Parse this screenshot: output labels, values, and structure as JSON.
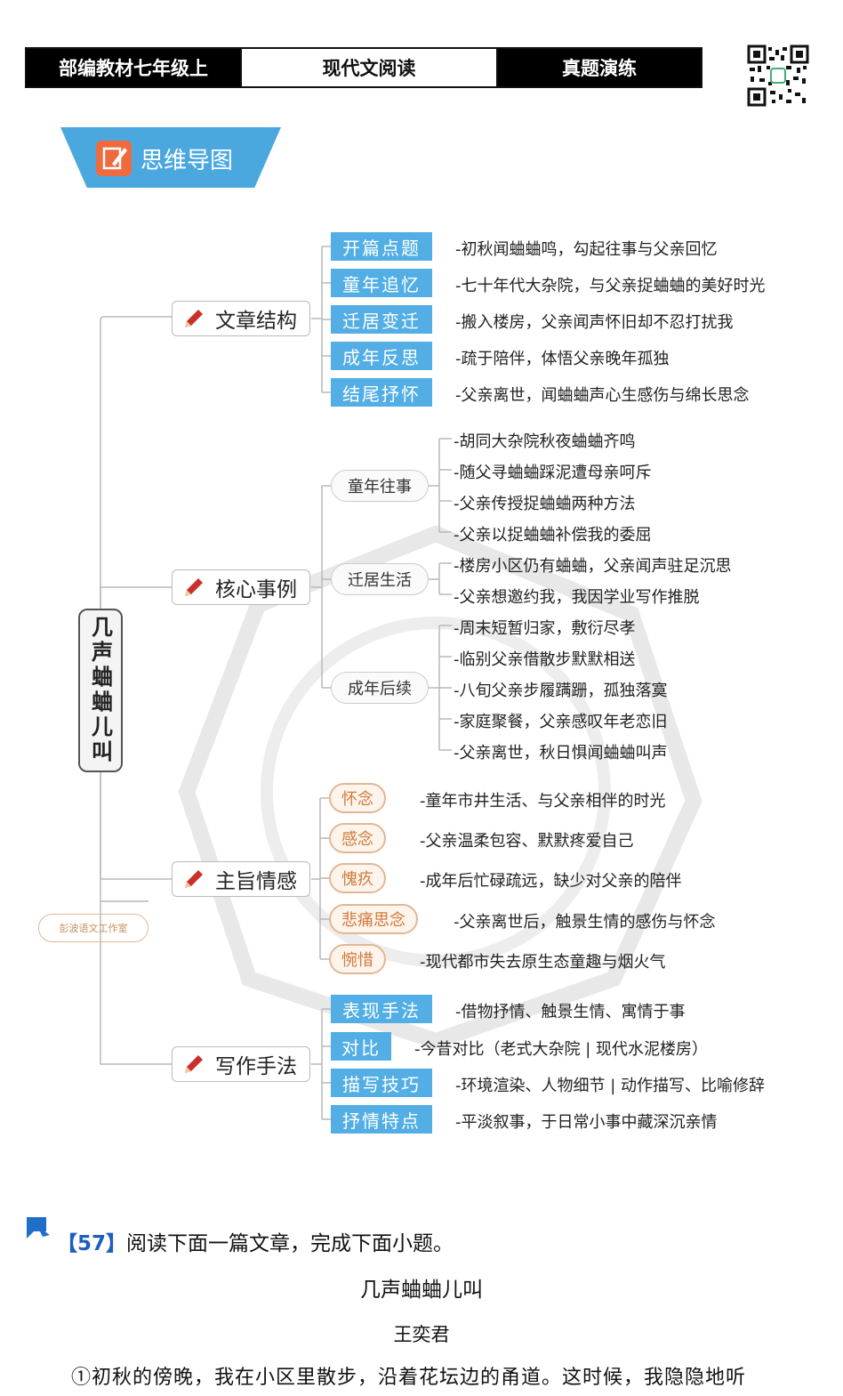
{
  "header": {
    "left": "部编教材七年级上",
    "center": "现代文阅读",
    "right": "真题演练"
  },
  "banner": {
    "label": "思维导图"
  },
  "mindmap": {
    "root": "几声蛐蛐儿叫",
    "watermark": "彭波语文工作室",
    "structure": {
      "label": "文章结构",
      "items": [
        {
          "tag": "开篇点题",
          "text": "-初秋闻蛐蛐鸣，勾起往事与父亲回忆"
        },
        {
          "tag": "童年追忆",
          "text": "-七十年代大杂院，与父亲捉蛐蛐的美好时光"
        },
        {
          "tag": "迁居变迁",
          "text": "-搬入楼房，父亲闻声怀旧却不忍打扰我"
        },
        {
          "tag": "成年反思",
          "text": "-疏于陪伴，体悟父亲晚年孤独"
        },
        {
          "tag": "结尾抒怀",
          "text": "-父亲离世，闻蛐蛐声心生感伤与绵长思念"
        }
      ]
    },
    "events": {
      "label": "核心事例",
      "groups": [
        {
          "tag": "童年往事",
          "items": [
            "-胡同大杂院秋夜蛐蛐齐鸣",
            "-随父寻蛐蛐踩泥遭母亲呵斥",
            "-父亲传授捉蛐蛐两种方法",
            "-父亲以捉蛐蛐补偿我的委屈"
          ]
        },
        {
          "tag": "迁居生活",
          "items": [
            "-楼房小区仍有蛐蛐，父亲闻声驻足沉思",
            "-父亲想邀约我，我因学业写作推脱"
          ]
        },
        {
          "tag": "成年后续",
          "items": [
            "-周末短暂归家，敷衍尽孝",
            "-临别父亲借散步默默相送",
            "-八旬父亲步履蹒跚，孤独落寞",
            "-家庭聚餐，父亲感叹年老恋旧",
            "-父亲离世，秋日惧闻蛐蛐叫声"
          ]
        }
      ]
    },
    "theme": {
      "label": "主旨情感",
      "items": [
        {
          "tag": "怀念",
          "text": "-童年市井生活、与父亲相伴的时光"
        },
        {
          "tag": "感念",
          "text": "-父亲温柔包容、默默疼爱自己"
        },
        {
          "tag": "愧疚",
          "text": "-成年后忙碌疏远，缺少对父亲的陪伴"
        },
        {
          "tag": "悲痛思念",
          "text": "-父亲离世后，触景生情的感伤与怀念"
        },
        {
          "tag": "惋惜",
          "text": "-现代都市失去原生态童趣与烟火气"
        }
      ]
    },
    "writing": {
      "label": "写作手法",
      "items": [
        {
          "tag": "表现手法",
          "text": "-借物抒情、触景生情、寓情于事"
        },
        {
          "tag": "对比",
          "text": "-今昔对比（老式大杂院 | 现代水泥楼房）"
        },
        {
          "tag": "描写技巧",
          "text": "-环境渲染、人物细节 | 动作描写、比喻修辞"
        },
        {
          "tag": "抒情特点",
          "text": "-平淡叙事，于日常小事中藏深沉亲情"
        }
      ]
    }
  },
  "question": {
    "number": "【57】",
    "prompt": "阅读下面一篇文章，完成下面小题。",
    "title": "几声蛐蛐儿叫",
    "author": "王奕君",
    "para1": "①初秋的傍晚，我在小区里散步，沿着花坛边的甬道。这时候，我隐隐地听"
  },
  "colors": {
    "accent_blue": "#52aee4",
    "orange": "#d17a3c",
    "pen_red": "#c9302c"
  }
}
